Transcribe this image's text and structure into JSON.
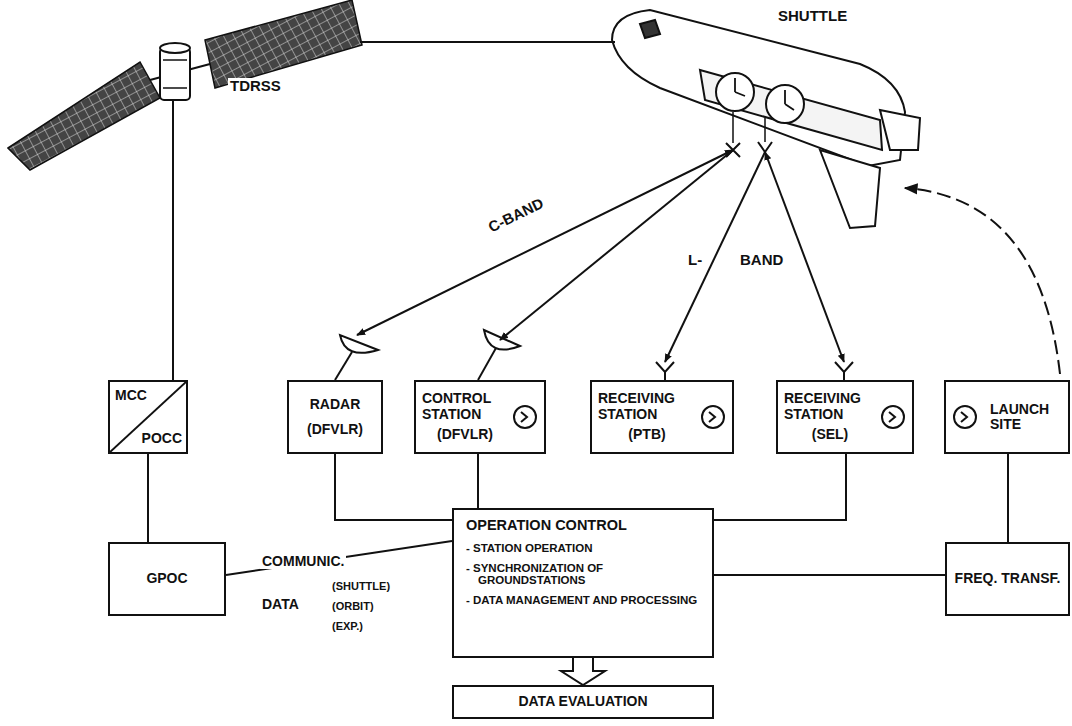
{
  "diagram": {
    "nodes": [
      {
        "text": [
          "TDRSS"
        ]
      },
      {
        "text": [
          "SHUTTLE"
        ]
      },
      {
        "text": [
          "MCC",
          "POCC"
        ]
      },
      {
        "text": [
          "RADAR",
          "(DFVLR)"
        ]
      },
      {
        "text": [
          "CONTROL STATION",
          "(DFVLR)"
        ]
      },
      {
        "text": [
          "RECEIVING STATION",
          "(PTB)"
        ]
      },
      {
        "text": [
          "RECEIVING STATION",
          "(SEL)"
        ]
      },
      {
        "text": [
          "LAUNCH SITE"
        ]
      },
      {
        "text": [
          "GPOC"
        ]
      },
      {
        "text": [
          "OPERATION CONTROL",
          "- STATION OPERATION",
          "- SYNCHRONIZATION OF GROUNDSTATIONS",
          "- DATA MANAGEMENT AND PROCESSING"
        ]
      },
      {
        "text": [
          "FREQ. TRANSF."
        ]
      },
      {
        "text": [
          "DATA EVALUATION"
        ]
      }
    ],
    "edges": [
      {
        "from": 0,
        "to": 1,
        "arrow": "none"
      },
      {
        "from": 0,
        "to": 2,
        "arrow": "none"
      },
      {
        "from": 1,
        "to": 3,
        "label": "C-BAND",
        "arrow": "both"
      },
      {
        "from": 1,
        "to": 4,
        "arrow": "to"
      },
      {
        "from": 1,
        "to": 5,
        "label": "L-",
        "arrow": "to"
      },
      {
        "from": 1,
        "to": 6,
        "label": "BAND",
        "arrow": "both"
      },
      {
        "from": 7,
        "to": 1,
        "arrow": "to"
      },
      {
        "from": 2,
        "to": 8,
        "arrow": "none"
      },
      {
        "from": 3,
        "to": 9,
        "arrow": "none"
      },
      {
        "from": 4,
        "to": 9,
        "arrow": "none"
      },
      {
        "from": 6,
        "to": 9,
        "arrow": "none"
      },
      {
        "from": 8,
        "to": 9,
        "arrow": "none"
      },
      {
        "from": 9,
        "to": 10,
        "arrow": "none"
      },
      {
        "from": 7,
        "to": 10,
        "arrow": "none"
      },
      {
        "from": 9,
        "to": 11,
        "arrow": "to"
      }
    ],
    "labels": [
      "COMMUNIC.",
      "(SHUTTLE)",
      "DATA",
      "(ORBIT)",
      "(EXP.)"
    ]
  }
}
